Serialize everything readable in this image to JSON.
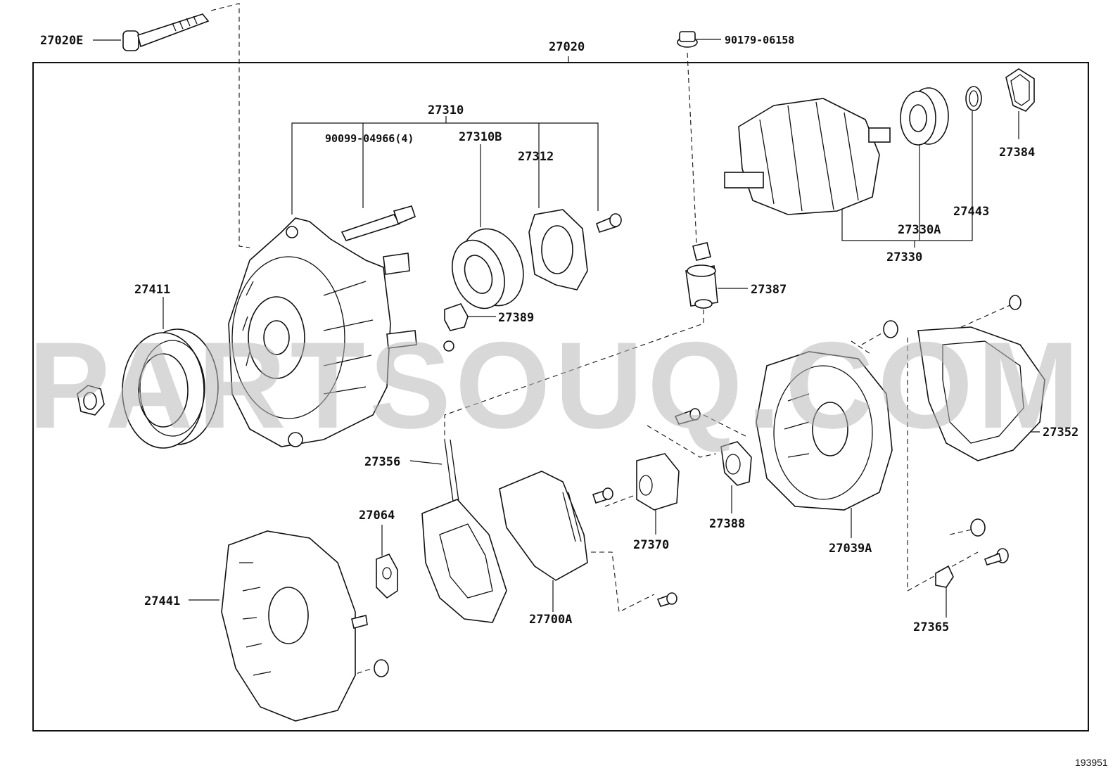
{
  "labels": {
    "p27020E": "27020E",
    "p27020": "27020",
    "p90179": "90179-06158",
    "p27310": "27310",
    "p90099": "90099-04966(4)",
    "p27310B": "27310B",
    "p27312": "27312",
    "p27384": "27384",
    "p27443": "27443",
    "p27330A": "27330A",
    "p27330": "27330",
    "p27411": "27411",
    "p27387": "27387",
    "p27389": "27389",
    "p27352": "27352",
    "p27356": "27356",
    "p27064": "27064",
    "p27370": "27370",
    "p27388": "27388",
    "p27039A": "27039A",
    "p27441": "27441",
    "p27700A": "27700A",
    "p27365": "27365"
  },
  "watermark": "PARTSOUQ.COM",
  "reference": "193951"
}
